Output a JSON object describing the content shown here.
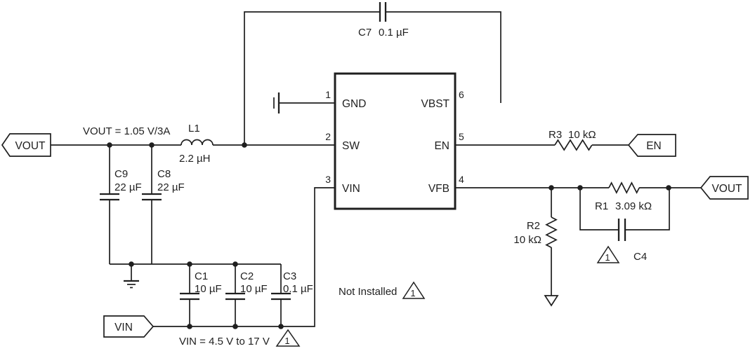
{
  "ic": {
    "pins_left": [
      {
        "num": "1",
        "label": "GND"
      },
      {
        "num": "2",
        "label": "SW"
      },
      {
        "num": "3",
        "label": "VIN"
      }
    ],
    "pins_right": [
      {
        "num": "6",
        "label": "VBST"
      },
      {
        "num": "5",
        "label": "EN"
      },
      {
        "num": "4",
        "label": "VFB"
      }
    ]
  },
  "ports": {
    "vout_left": "VOUT",
    "vin": "VIN",
    "en": "EN",
    "vout_right": "VOUT"
  },
  "components": {
    "c7": {
      "ref": "C7",
      "value": "0.1 µF"
    },
    "l1": {
      "ref": "L1",
      "value": "2.2 µH"
    },
    "c9": {
      "ref": "C9",
      "value": "22 µF"
    },
    "c8": {
      "ref": "C8",
      "value": "22 µF"
    },
    "c1": {
      "ref": "C1",
      "value": "10 µF"
    },
    "c2": {
      "ref": "C2",
      "value": "10 µF"
    },
    "c3": {
      "ref": "C3",
      "value": "0.1 µF"
    },
    "r3": {
      "ref": "R3",
      "value": "10 kΩ"
    },
    "r2": {
      "ref": "R2",
      "value": "10 kΩ"
    },
    "r1": {
      "ref": "R1",
      "value": "3.09 kΩ"
    },
    "c4": {
      "ref": "C4"
    }
  },
  "annotations": {
    "vout_spec": "VOUT = 1.05 V/3A",
    "vin_spec": "VIN = 4.5 V to 17 V",
    "not_installed": "Not Installed",
    "note_number": "1"
  },
  "colors": {
    "line": "#1f1f1f",
    "background": "#ffffff"
  }
}
